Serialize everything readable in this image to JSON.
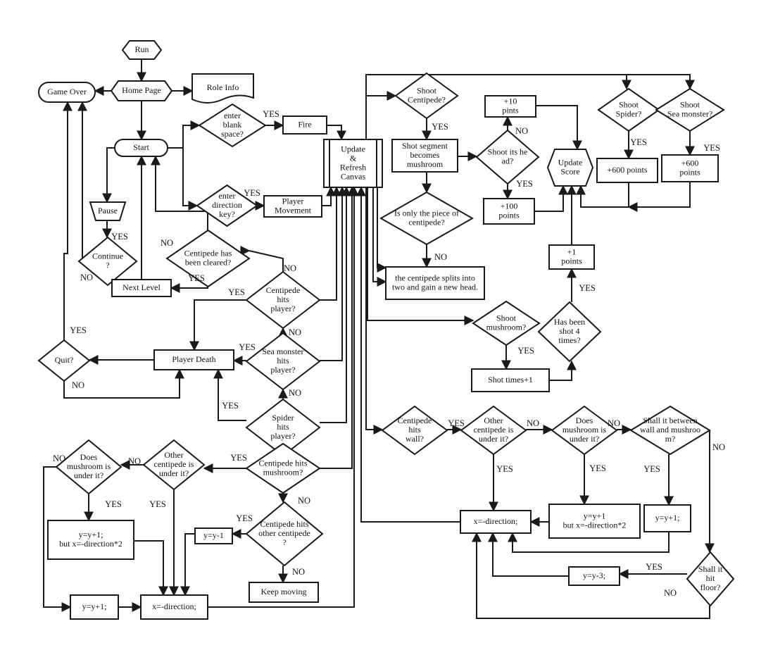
{
  "nodes": {
    "run": [
      "Run"
    ],
    "home": [
      "Home Page"
    ],
    "gameover": [
      "Game Over"
    ],
    "roleinfo": [
      "Role Info"
    ],
    "start": [
      "Start"
    ],
    "blank": [
      "enter",
      "blank",
      "space?"
    ],
    "fire": [
      "Fire"
    ],
    "dirkey": [
      "enter",
      "direction",
      "key?"
    ],
    "playermove": [
      "Player",
      "Movement"
    ],
    "update": [
      "Update",
      "&",
      "Refresh",
      "Canvas"
    ],
    "pause": [
      "Pause"
    ],
    "continue": [
      "Continue",
      "?"
    ],
    "nextlevel": [
      "Next Level"
    ],
    "cleared": [
      "Centipede has",
      "been cleared?"
    ],
    "hitsplayer": [
      "Centipede",
      "hits",
      "player?"
    ],
    "seamon_hits": [
      "Sea monster",
      "hits",
      "player?"
    ],
    "spider_hits": [
      "Spider",
      "hits",
      "player?"
    ],
    "death": [
      "Player Death"
    ],
    "quit": [
      "Quit?"
    ],
    "shootcent": [
      "Shoot",
      "Centipede?"
    ],
    "shotseg": [
      "Shot segment",
      "becomes",
      "mushroom"
    ],
    "onlypiece": [
      "Is only the piece of",
      "centipede?"
    ],
    "splits": [
      "the centipede splits into",
      "two and gain a new head."
    ],
    "shoothead": [
      "Shoot its he",
      "ad?"
    ],
    "plus10": [
      "+10",
      "pints"
    ],
    "plus100": [
      "+100",
      "points"
    ],
    "updscore": [
      "Update",
      "Score"
    ],
    "shootspider": [
      "Shoot",
      "Spider?"
    ],
    "shootsea": [
      "Shoot",
      "Sea monster?"
    ],
    "p600a": [
      "+600 points"
    ],
    "p600b": [
      "+600",
      "points"
    ],
    "plus1": [
      "+1",
      "points"
    ],
    "shot4": [
      "Has been",
      "shot 4",
      "times?"
    ],
    "shootmush": [
      "Shoot",
      "mushroom?"
    ],
    "shottimes": [
      "Shot times+1"
    ],
    "hitswall": [
      "Centipede",
      "hits",
      "wall?"
    ],
    "othercent_r": [
      "Other",
      "centipede is",
      "under it?"
    ],
    "doesmush_r": [
      "Does",
      "mushroom is",
      "under it?"
    ],
    "between": [
      "Shall it between",
      "wall and mushroo",
      "m?"
    ],
    "xdir_r": [
      "x=-direction;"
    ],
    "yy1x2_r": [
      "y=y+1",
      "but x=-direction*2"
    ],
    "yy1_r": [
      "y=y+1;"
    ],
    "hitfloor": [
      "Shall it",
      "hit",
      "floor?"
    ],
    "yym3": [
      "y=y-3;"
    ],
    "hitsmush": [
      "Centipede hits",
      "mushroom?"
    ],
    "othercent_l": [
      "Other",
      "centipede is",
      "under it?"
    ],
    "doesmush_l": [
      "Does",
      "mushroom is",
      "under it?"
    ],
    "yy1x2_l": [
      "y=y+1;",
      "but x=-direction*2"
    ],
    "yy1_l": [
      "y=y+1;"
    ],
    "xdir_l": [
      "x=-direction;"
    ],
    "hitsother": [
      "Centipede hits",
      "other centipede",
      "?"
    ],
    "yym1": [
      "y=y-1"
    ],
    "keepmoving": [
      "Keep moving"
    ]
  },
  "labels": {
    "yes": "YES",
    "no": "NO"
  }
}
